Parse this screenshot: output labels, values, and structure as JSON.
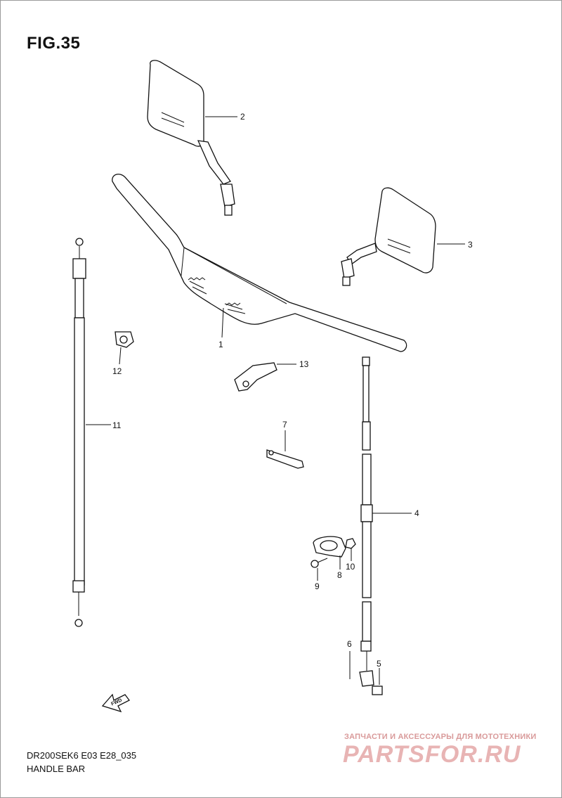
{
  "figure": {
    "title": "FIG.35"
  },
  "footer": {
    "model_code": "DR200SEK6 E03 E28_035",
    "section_name": "HANDLE BAR"
  },
  "arrow": {
    "label": "FWD"
  },
  "callouts": [
    "1",
    "2",
    "3",
    "4",
    "5",
    "6",
    "7",
    "8",
    "9",
    "10",
    "11",
    "12",
    "13"
  ],
  "watermark": {
    "tagline": "ЗАПЧАСТИ И АКСЕССУАРЫ ДЛЯ МОТОТЕХНИКИ",
    "brand": "PARTSFOR.RU"
  },
  "colors": {
    "line": "#111111",
    "watermark": "#e8b4b4",
    "frame": "#9a9a9a"
  }
}
